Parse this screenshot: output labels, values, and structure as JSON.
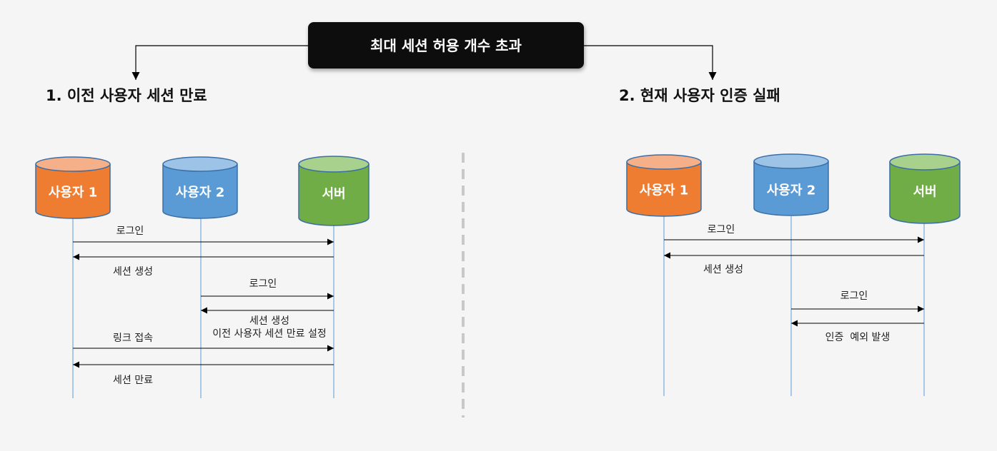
{
  "title": "최대 세션 허용 개수 초과",
  "colors": {
    "title_box": "#0b0b0b",
    "actor_orange_body": "#ee7d31",
    "actor_orange_top": "#f5b08a",
    "actor_blue_body": "#5b9bd5",
    "actor_blue_top": "#9dc3e6",
    "actor_green_body": "#70ad47",
    "actor_green_top": "#a9d18e",
    "lifeline": "#5b9bd5",
    "arrow": "#000000",
    "divider": "#c8c8c8"
  },
  "left": {
    "title": "1. 이전 사용자 세션 만료",
    "actors": [
      "사용자 1",
      "사용자 2",
      "서버"
    ],
    "messages": [
      {
        "label": "로그인"
      },
      {
        "label": "세션 생성"
      },
      {
        "label": "로그인"
      },
      {
        "label": "세션 생성"
      },
      {
        "label": "이전 사용자 세션 만료 설정"
      },
      {
        "label": "링크 접속"
      },
      {
        "label": "세션 만료"
      }
    ]
  },
  "right": {
    "title": "2. 현재 사용자 인증 실패",
    "actors": [
      "사용자 1",
      "사용자 2",
      "서버"
    ],
    "messages": [
      {
        "label": "로그인"
      },
      {
        "label": "세션 생성"
      },
      {
        "label": "로그인"
      },
      {
        "label": "인증  예외 발생"
      }
    ]
  }
}
